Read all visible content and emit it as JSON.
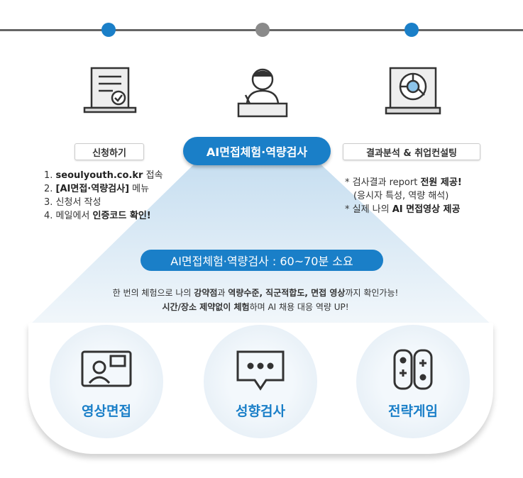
{
  "steps": [
    {
      "label": "신청하기",
      "icon": "document-check-icon"
    },
    {
      "label": "AI면접체험·역량검사",
      "icon": "interviewer-podium-icon"
    },
    {
      "label": "결과분석 & 취업컨설팅",
      "icon": "analysis-chart-icon"
    }
  ],
  "apply_list": [
    {
      "num": "1.",
      "bold": "seoulyouth.co.kr",
      "rest": " 접속"
    },
    {
      "num": "2.",
      "bold": "[AI면접·역량검사]",
      "rest": " 메뉴"
    },
    {
      "num": "3.",
      "bold": "",
      "rest": " 신청서 작성"
    },
    {
      "num": "4.",
      "pre": " 메일에서 ",
      "bold": "인증코드 확인!"
    }
  ],
  "result_list": {
    "line1_pre": "* 검사결과 report ",
    "line1_bold": "전원 제공!",
    "line2": "(응시자 특성, 역량 해석)",
    "line3_pre": "* 실제 나의 ",
    "line3_bold": "AI 면접영상 제공"
  },
  "duration_banner": "AI면접체험·역량검사 : 60~70분 소요",
  "desc1": {
    "a": "한 번의 체험으로 나의 ",
    "b": "강약점",
    "c": "과 ",
    "d": "역량수준, 직군적합도, 면접 영상",
    "e": "까지 확인가능!"
  },
  "desc2": {
    "a": "시간/장소 제약없이 체험",
    "b": "하며 AI 채용 대응 역량 UP!"
  },
  "features": [
    {
      "label": "영상면접",
      "icon": "video-interview-icon"
    },
    {
      "label": "성향검사",
      "icon": "chat-bubble-icon"
    },
    {
      "label": "전략게임",
      "icon": "game-controller-icon"
    }
  ],
  "colors": {
    "accent": "#1a7fc8",
    "dot_inactive": "#8a8a8a"
  }
}
